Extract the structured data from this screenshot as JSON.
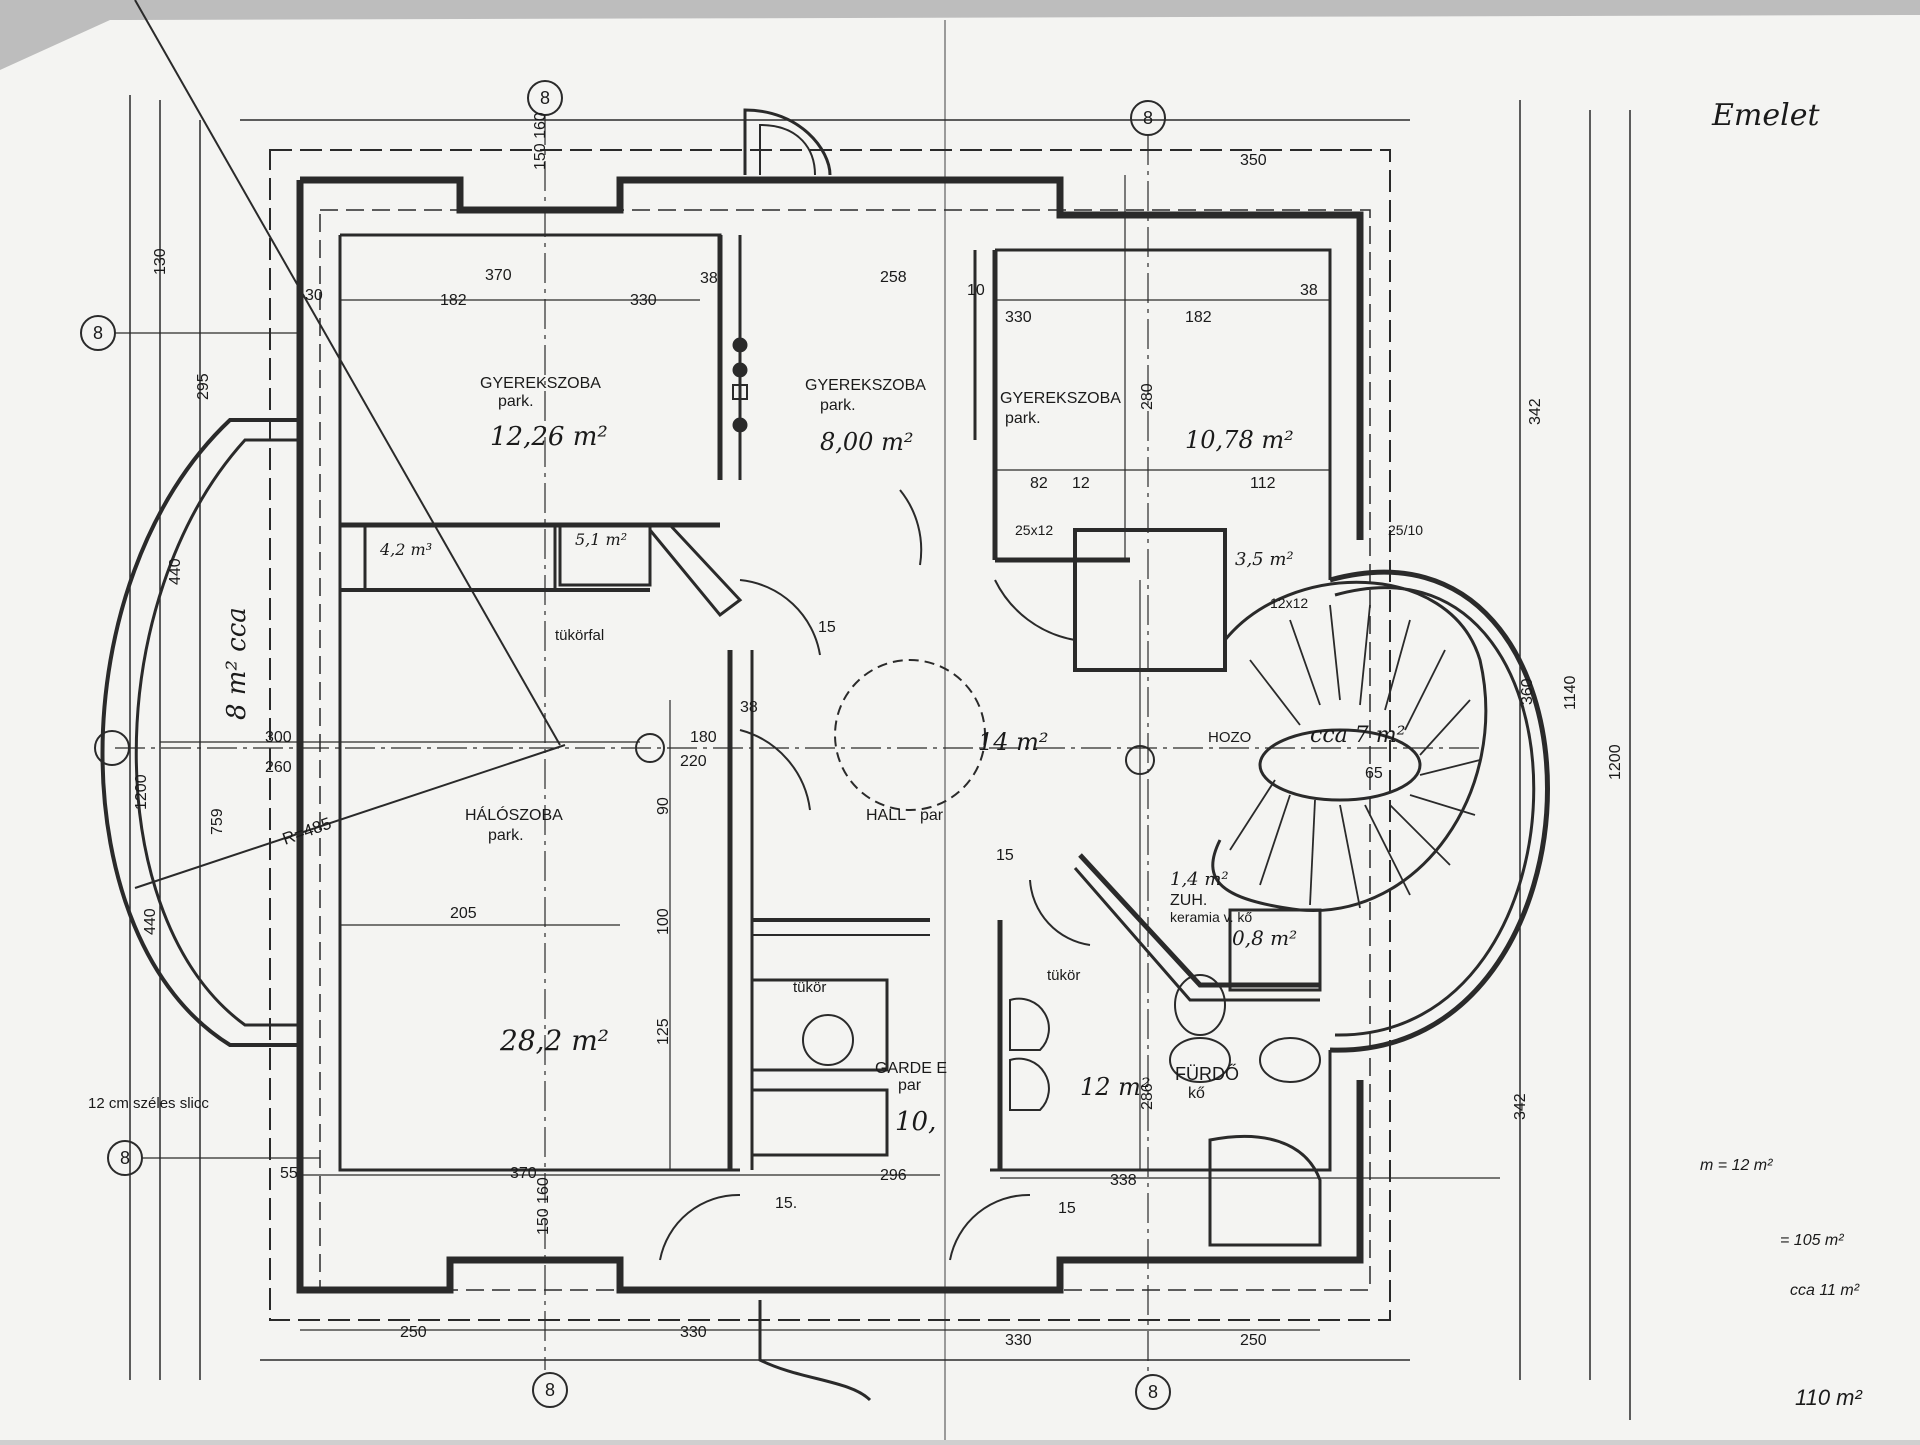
{
  "title": "Emelet",
  "axis_label": "8",
  "rooms": {
    "gyerek1_name": "GYEREKSZOBA",
    "gyerek1_floor": "park.",
    "gyerek1_area": "12,26 m²",
    "gyerek2_name": "GYEREKSZOBA",
    "gyerek2_floor": "park.",
    "gyerek2_area": "8,00 m²",
    "gyerek3_name": "GYEREKSZOBA",
    "gyerek3_floor": "park.",
    "gyerek3_area": "10,78 m²",
    "halo_name": "HÁLÓSZOBA",
    "halo_floor": "park.",
    "halo_area": "28,2 m²",
    "hall_name": "HALL",
    "hall_floor": "par",
    "hall_area": "14 m²",
    "garde_name": "GARDE  E",
    "garde_floor": "par",
    "garde_area": "10,",
    "furdo_name": "FÜRDŐ",
    "furdo_floor": "kő",
    "furdo_area": "12 m²",
    "zuh_name": "ZUH.",
    "zuh_floor": "keramia v. kő",
    "zuh_area": "0,8 m²",
    "wc_area": "1,4 m²",
    "bay_area": "8 m² cca",
    "stair_area": "cca 7 m²",
    "closet_area": "3,5 m²",
    "closet1": "4,2 m³",
    "closet2": "5,1 m²"
  },
  "labels": {
    "tukorfal": "tükörfal",
    "tukor1": "tükör",
    "tukor2": "tükör",
    "hozo": "HOZO",
    "slicc": "12 cm széles slicc",
    "radius": "R=485"
  },
  "dims": {
    "d350": "350",
    "d370a": "370",
    "d370b": "370",
    "d38a": "38",
    "d38b": "38",
    "d38c": "38",
    "d182a": "182",
    "d182b": "182",
    "d330a": "330",
    "d330b": "330",
    "d330c": "330",
    "d330d": "330",
    "d258": "258",
    "d250a": "250",
    "d250b": "250",
    "d296": "296",
    "d338": "338",
    "d205": "205",
    "d300": "300",
    "d260": "260",
    "d180": "180",
    "d220": "220",
    "d1200a": "1200",
    "d1200b": "1200",
    "d1140": "1140",
    "d295": "295",
    "d130": "130",
    "d440a": "440",
    "d440b": "440",
    "d759": "759",
    "d342a": "342",
    "d342b": "342",
    "d360": "360",
    "d280": "280",
    "d286": "286",
    "d125": "125",
    "d100": "100",
    "d90": "90",
    "d82": "82",
    "d112": "112",
    "d65": "65",
    "d150_160": "150 160",
    "d55": "55",
    "d30": "30",
    "d10": "10",
    "d12": "12",
    "d25x12": "25x12",
    "d25_10": "25/10",
    "d12x12": "12x12",
    "d15": "15",
    "d15b": "15."
  },
  "margin_notes": {
    "m1": "= 105 m²",
    "m2": "cca 11 m²",
    "m3": "110 m²",
    "m4": "m = 12 m²"
  }
}
